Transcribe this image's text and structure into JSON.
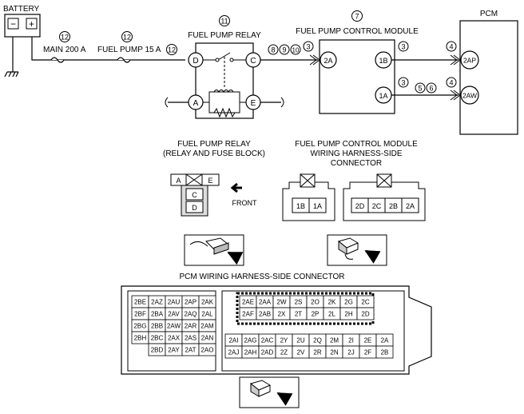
{
  "labels": {
    "battery": "BATTERY",
    "pcm": "PCM",
    "main_fuse": "MAIN 200 A",
    "pump_fuse": "FUEL PUMP 15 A",
    "relay_title": "FUEL PUMP RELAY",
    "module_title": "FUEL PUMP CONTROL MODULE",
    "relay_block_line1": "FUEL PUMP RELAY",
    "relay_block_line2": "(RELAY AND FUSE BLOCK)",
    "module_conn_line1": "FUEL PUMP CONTROL MODULE",
    "module_conn_line2": "WIRING HARNESS-SIDE",
    "module_conn_line3": "CONNECTOR",
    "front": "FRONT",
    "pcm_conn_title": "PCM WIRING HARNESS-SIDE CONNECTOR",
    "minus": "−",
    "plus": "+"
  },
  "callouts": {
    "relay": "11",
    "module": "7",
    "f1": "12",
    "f2": "12",
    "f3": "12",
    "w8": "8",
    "w9": "9",
    "w10": "10",
    "w3a": "3",
    "w3b": "3",
    "w3c": "3",
    "w4a": "4",
    "w4b": "4",
    "w5": "5",
    "w6": "6"
  },
  "terminals": {
    "relay_d": "D",
    "relay_c": "C",
    "relay_a": "A",
    "relay_e": "E",
    "mod_2a": "2A",
    "mod_1b": "1B",
    "mod_1a": "1A",
    "pcm_2ap": "2AP",
    "pcm_2aw": "2AW"
  },
  "relay_connector": {
    "a": "A",
    "e": "E",
    "c": "C",
    "d": "D"
  },
  "module_connector": {
    "left": [
      "1B",
      "1A"
    ],
    "right": [
      "2D",
      "2C",
      "2B",
      "2A"
    ]
  },
  "pcm_connector": {
    "left_block": [
      [
        "2BE",
        "2AZ",
        "2AU",
        "2AP",
        "2AK"
      ],
      [
        "2BF",
        "2BA",
        "2AV",
        "2AQ",
        "2AL"
      ],
      [
        "2BG",
        "2BB",
        "2AW",
        "2AR",
        "2AM"
      ],
      [
        "2BH",
        "2BC",
        "2AX",
        "2AS",
        "2AN"
      ],
      [
        "2BD",
        "2AY",
        "2AT",
        "2AO"
      ]
    ],
    "top_block": [
      [
        "2AE",
        "2AA",
        "2W",
        "2S",
        "2O",
        "2K",
        "2G",
        "2C"
      ],
      [
        "2AF",
        "2AB",
        "2X",
        "2T",
        "2P",
        "2L",
        "2H",
        "2D"
      ]
    ],
    "bottom_block": [
      [
        "2AI",
        "2AG",
        "2AC",
        "2Y",
        "2U",
        "2Q",
        "2M",
        "2I",
        "2E",
        "2A"
      ],
      [
        "2AJ",
        "2AH",
        "2AD",
        "2Z",
        "2V",
        "2R",
        "2N",
        "2J",
        "2F",
        "2B"
      ]
    ]
  }
}
